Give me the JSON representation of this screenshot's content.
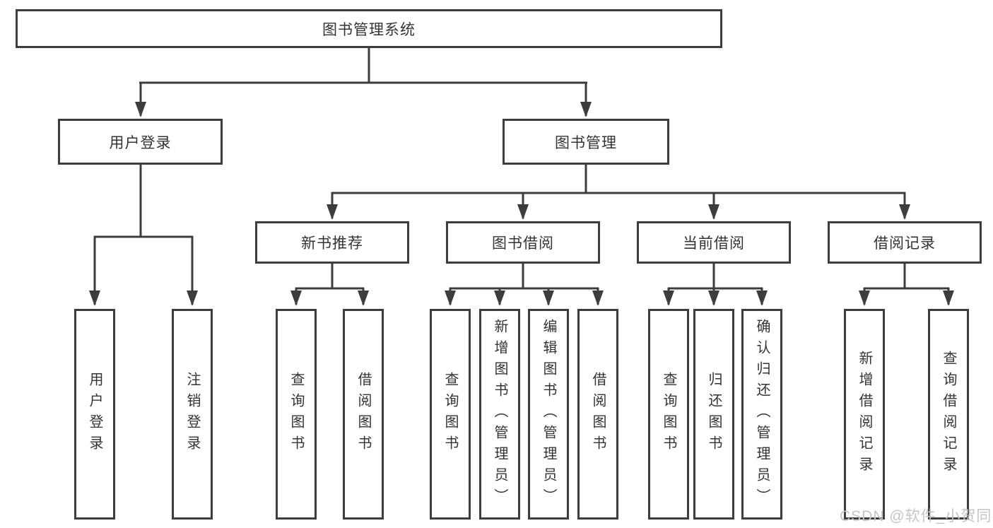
{
  "tree": {
    "root": {
      "label": "图书管理系统"
    },
    "level2": [
      {
        "label": "用户登录"
      },
      {
        "label": "图书管理"
      }
    ],
    "level3": [
      {
        "label": "新书推荐",
        "parent": "图书管理"
      },
      {
        "label": "图书借阅",
        "parent": "图书管理"
      },
      {
        "label": "当前借阅",
        "parent": "图书管理"
      },
      {
        "label": "借阅记录",
        "parent": "图书管理"
      }
    ],
    "leaves": [
      {
        "label": "用户登录",
        "parent": "用户登录"
      },
      {
        "label": "注销登录",
        "parent": "用户登录"
      },
      {
        "label": "查询图书",
        "parent": "新书推荐"
      },
      {
        "label": "借阅图书",
        "parent": "新书推荐"
      },
      {
        "label": "查询图书",
        "parent": "图书借阅"
      },
      {
        "label": "新增图书（管理员）",
        "parent": "图书借阅"
      },
      {
        "label": "编辑图书（管理员）",
        "parent": "图书借阅"
      },
      {
        "label": "借阅图书",
        "parent": "图书借阅"
      },
      {
        "label": "查询图书",
        "parent": "当前借阅"
      },
      {
        "label": "归还图书",
        "parent": "当前借阅"
      },
      {
        "label": "确认归还（管理员）",
        "parent": "当前借阅"
      },
      {
        "label": "新增借阅记录",
        "parent": "借阅记录"
      },
      {
        "label": "查询借阅记录",
        "parent": "借阅记录"
      }
    ]
  },
  "watermark": {
    "text": "CSDN @软件_小贺同学"
  },
  "colors": {
    "border": "#3d3d3d",
    "line": "#3d3d3d",
    "text": "#333333",
    "background": "#ffffff",
    "watermark": "#c5c5c5"
  }
}
